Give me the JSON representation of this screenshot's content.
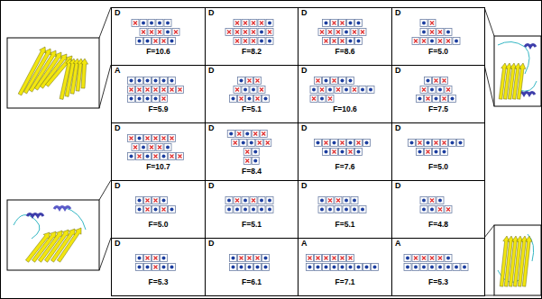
{
  "diagram": {
    "labels": [
      "D",
      "F=10.6",
      "D",
      "F=8.2",
      "D",
      "F=8.6",
      "D",
      "F=5.0",
      "A",
      "F=5.9",
      "D",
      "F=5.1",
      "D",
      "F=10.6",
      "D",
      "F=7.5",
      "D",
      "F=10.7",
      "D",
      "F=8.4",
      "D",
      "F=7.6",
      "D",
      "F=5.0",
      "D",
      "F=5.0",
      "D",
      "F=5.1",
      "D",
      "F=5.1",
      "D",
      "F=4.8",
      "D",
      "F=5.3",
      "D",
      "F=6.1",
      "A",
      "F=7.1",
      "A",
      "F=5.3"
    ]
  }
}
